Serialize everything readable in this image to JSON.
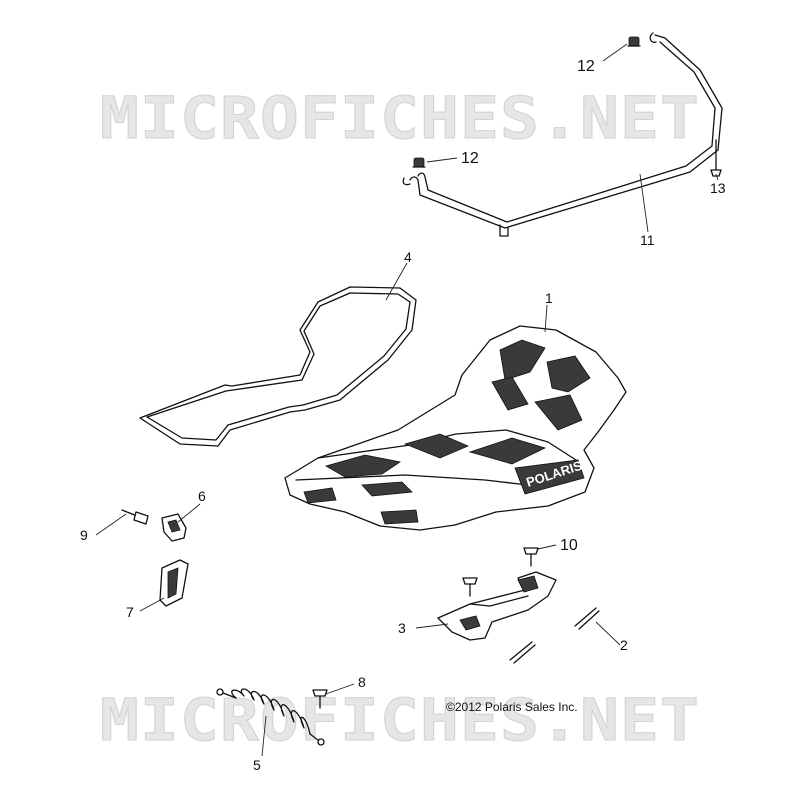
{
  "watermark": "MICROFICHES.NET",
  "copyright": "©2012  Polaris Sales Inc.",
  "brand_logo": "POLARIS",
  "callouts": {
    "c1": "1",
    "c2": "2",
    "c3": "3",
    "c4": "4",
    "c5": "5",
    "c6": "6",
    "c7": "7",
    "c8": "8",
    "c9": "9",
    "c10": "10",
    "c11": "11",
    "c12a": "12",
    "c12b": "12",
    "c13": "13"
  }
}
